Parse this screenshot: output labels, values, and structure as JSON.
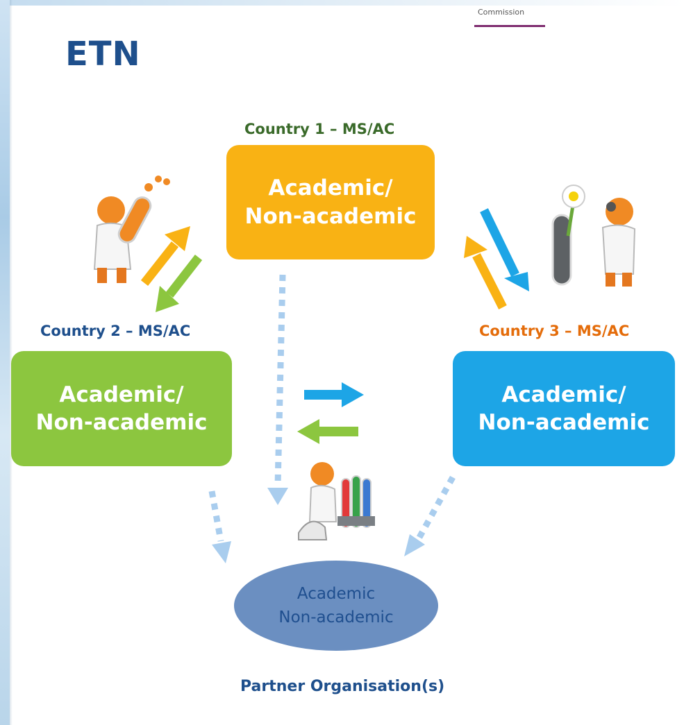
{
  "header": {
    "commission": "Commission",
    "title": "ETN"
  },
  "colors": {
    "orange": "#f9b214",
    "green": "#8cc63f",
    "blue": "#1da5e6",
    "partner": "#6b8fc1",
    "title_blue": "#1e4f8c"
  },
  "nodes": [
    {
      "country": "Country 1 – MS/AC",
      "line1": "Academic/",
      "line2": "Non-academic"
    },
    {
      "country": "Country 2 – MS/AC",
      "line1": "Academic/",
      "line2": "Non-academic"
    },
    {
      "country": "Country 3 – MS/AC",
      "line1": "Academic/",
      "line2": "Non-academic"
    }
  ],
  "partner": {
    "line1": "Academic",
    "line2": "Non-academic",
    "caption": "Partner Organisation(s)"
  },
  "icons": [
    "scientist-test-tube-icon",
    "scientist-flower-icon",
    "scientist-microscope-icon"
  ]
}
